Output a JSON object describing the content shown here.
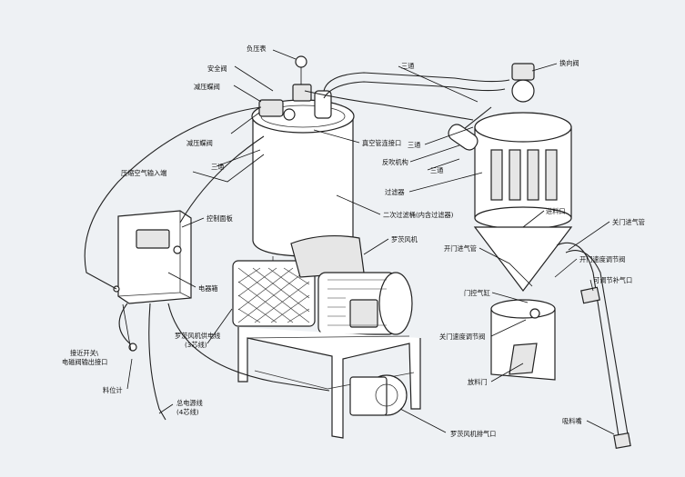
{
  "labels": {
    "negative_pressure_gauge": "负压表",
    "safety_valve": "安全阀",
    "pressure_reducing_valve_top": "减压蝶阀",
    "pressure_reducing_valve": "减压蝶阀",
    "compressed_air_inlet": "压缩空气输入端",
    "tee_left": "三通",
    "control_panel": "控制面板",
    "electrical_box": "电器箱",
    "proximity_switch_line1": "接近开关\\",
    "proximity_switch_line2": "电磁阀输出接口",
    "level_meter": "料位计",
    "power_line_1": "总电源线",
    "power_line_2": "(4芯线)",
    "blower_power_1": "罗茨风机供电线",
    "blower_power_2": "(3芯线)",
    "roots_blower": "罗茨风机",
    "vacuum_pipe_port": "真空管连接口",
    "secondary_filter": "二次过滤桶(内含过滤器)",
    "tee_top": "三通",
    "tee_mid": "三通",
    "tee_lower": "三通",
    "reversing_valve": "换向阀",
    "backflush": "反吹机构",
    "filter": "过滤器",
    "inlet_port": "进料口",
    "door_close_pipe": "关门进气管",
    "door_open_pipe": "开门进气管",
    "open_speed_valve": "开门速度调节阀",
    "adjustable_air": "可调节补气口",
    "door_cylinder": "门控气缸",
    "close_speed_valve": "关门速度调节阀",
    "discharge_door": "放料门",
    "suction_nozzle": "吸料嘴",
    "blower_exhaust": "罗茨风机排气口"
  }
}
